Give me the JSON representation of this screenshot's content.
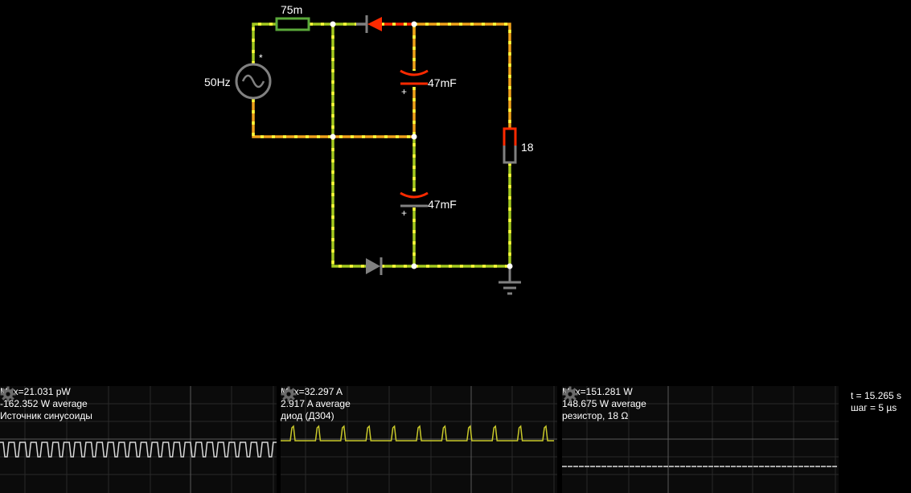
{
  "circuit": {
    "source_label": "50Hz",
    "source_marker": "*",
    "inductor_label": "75m",
    "cap_top_label": "47mF",
    "cap_bottom_label": "47mF",
    "cap_polarity": "+",
    "resistor_label": "18",
    "colors": {
      "wire_yellow": "#a4c91f",
      "wire_orange": "#f0a21a",
      "wire_red": "#ff2a00",
      "dot": "#ffff3a",
      "component_gray": "#808080",
      "inductor_green": "#5aa83a",
      "node": "#ffffff"
    }
  },
  "scopes": [
    {
      "max": "Max=21.031 pW",
      "avg": "-162.352 W average",
      "name": "Источник синусоиды",
      "trace_color": "#d8d8d8",
      "icon": "gear-icon"
    },
    {
      "max": "Max=32.297 A",
      "avg": "2.917 A average",
      "name": "диод (Д304)",
      "trace_color": "#c8c82a",
      "icon": "gear-icon"
    },
    {
      "max": "Max=151.281 W",
      "avg": "148.675 W average",
      "name": "резистор, 18 Ω",
      "trace_color": "#e0e0e0",
      "icon": "gear-icon"
    }
  ],
  "sim_info": {
    "time": "t = 15.265 s",
    "step": "шаг = 5 µs"
  }
}
